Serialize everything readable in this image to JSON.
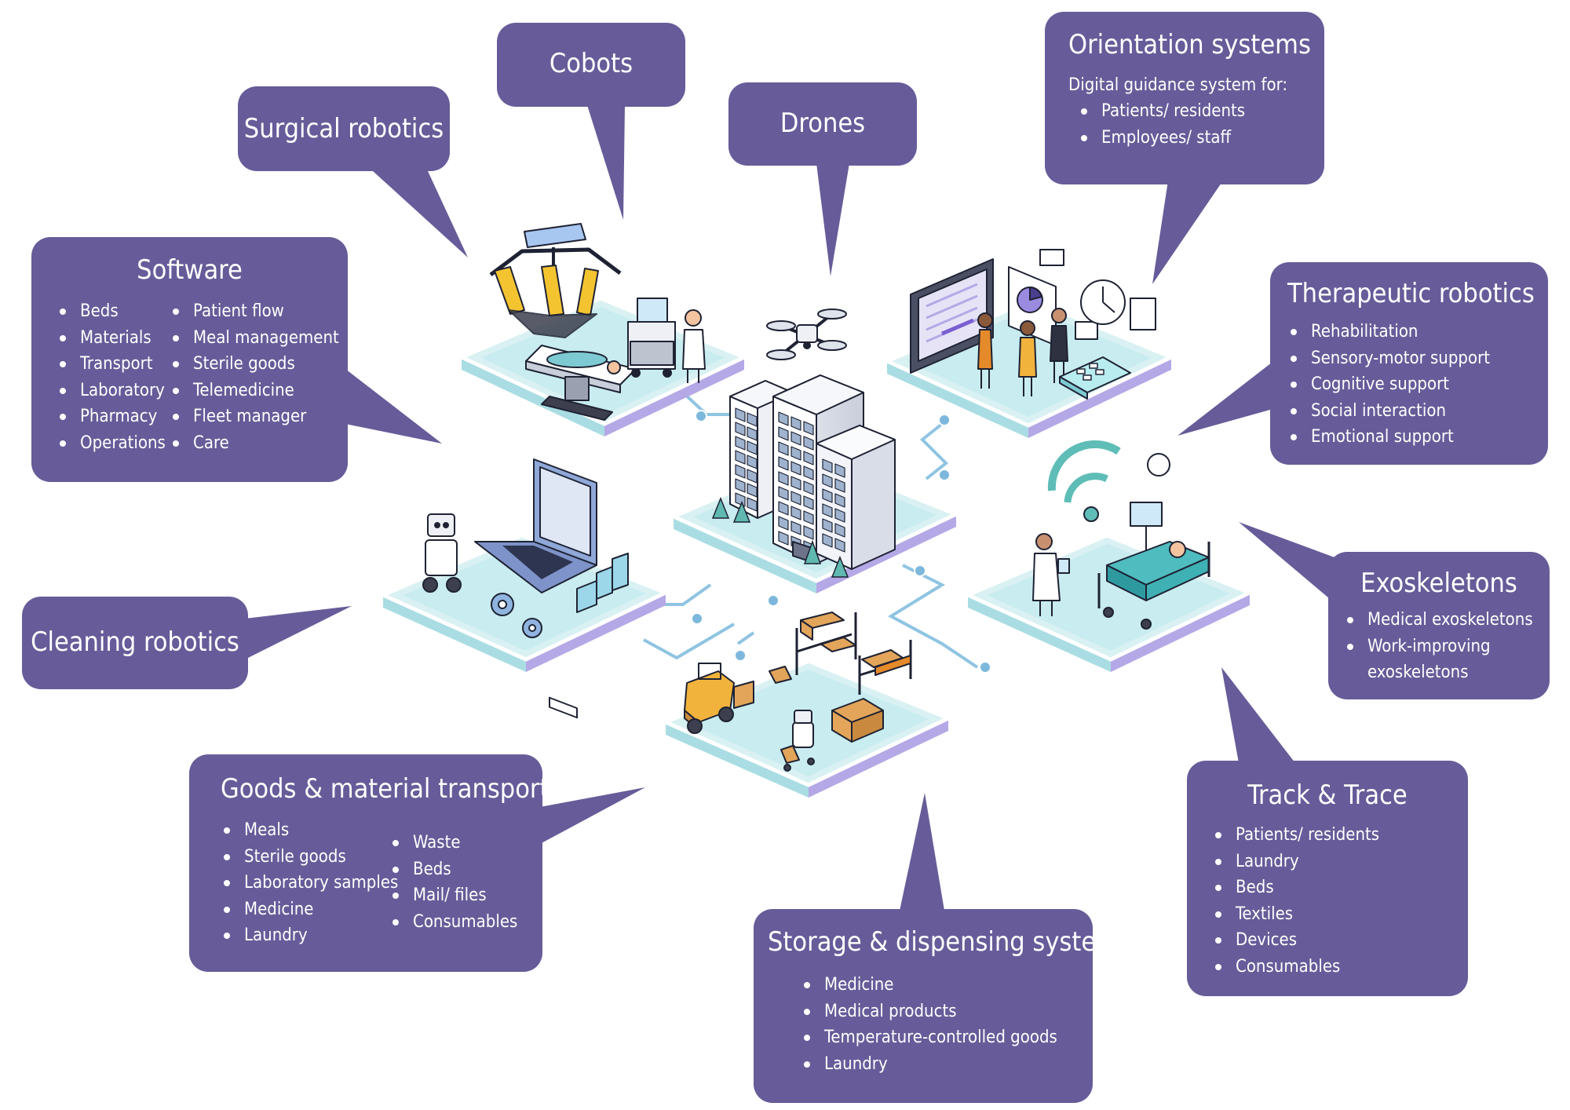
{
  "colors": {
    "callout": "#675c99",
    "platform_top": "#d9f1f3",
    "platform_side": "#a9dde3",
    "platform_edge": "#b5a8e6",
    "connector": "#8fc4e2",
    "node": "#7db8dc",
    "outline": "#1e2233"
  },
  "callouts": {
    "surgical": {
      "title": "Surgical robotics"
    },
    "cobots": {
      "title": "Cobots"
    },
    "drones": {
      "title": "Drones"
    },
    "orientation": {
      "title": "Orientation systems",
      "subtitle": "Digital guidance system for:",
      "items": [
        "Patients/ residents",
        "Employees/ staff"
      ]
    },
    "software": {
      "title": "Software",
      "col1": [
        "Beds",
        "Materials",
        "Transport",
        "Laboratory",
        "Pharmacy",
        "Operations"
      ],
      "col2": [
        "Patient flow",
        "Meal management",
        "Sterile goods",
        "Telemedicine",
        "Fleet manager",
        "Care"
      ]
    },
    "therapeutic": {
      "title": "Therapeutic robotics",
      "items": [
        "Rehabilitation",
        "Sensory-motor support",
        "Cognitive support",
        "Social interaction",
        "Emotional support"
      ]
    },
    "exoskeletons": {
      "title": "Exoskeletons",
      "items": [
        "Medical exoskeletons",
        "Work-improving exoskeletons"
      ]
    },
    "cleaning": {
      "title": "Cleaning robotics"
    },
    "goods": {
      "title": "Goods & material transport",
      "col1": [
        "Meals",
        "Sterile goods",
        "Laboratory samples",
        "Medicine",
        "Laundry"
      ],
      "col2": [
        "Waste",
        "Beds",
        "Mail/ files",
        "Consumables"
      ]
    },
    "storage": {
      "title": "Storage & dispensing systems",
      "items": [
        "Medicine",
        "Medical products",
        "Temperature-controlled goods",
        "Laundry"
      ]
    },
    "track": {
      "title": "Track & Trace",
      "items": [
        "Patients/ residents",
        "Laundry",
        "Beds",
        "Textiles",
        "Devices",
        "Consumables"
      ]
    }
  }
}
